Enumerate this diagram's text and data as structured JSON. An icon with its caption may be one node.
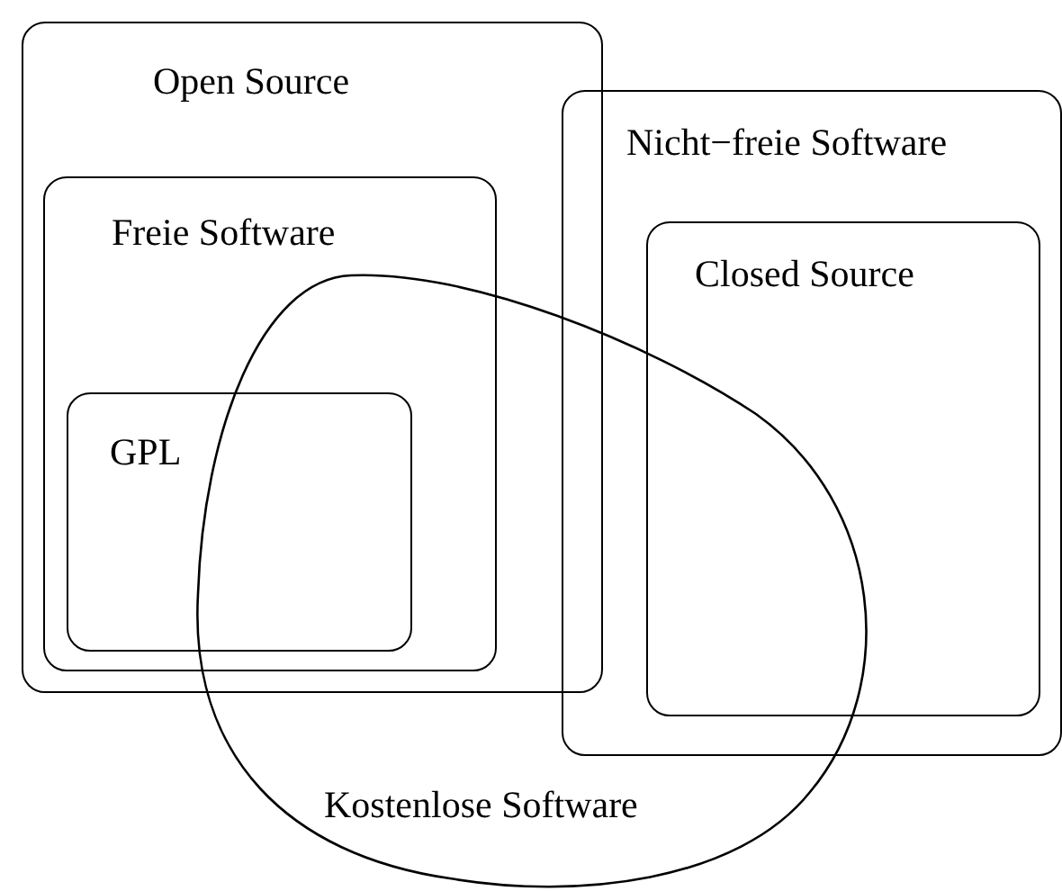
{
  "diagram": {
    "nodes": [
      {
        "text": [
          "Open Source"
        ]
      },
      {
        "text": [
          "Freie Software"
        ],
        "in": 0
      },
      {
        "text": [
          "GPL"
        ],
        "in": 1
      },
      {
        "text": [
          "Nicht−freie Software"
        ]
      },
      {
        "text": [
          "Closed Source"
        ],
        "in": 3
      },
      {
        "text": [
          "Kostenlose Software"
        ]
      }
    ]
  }
}
